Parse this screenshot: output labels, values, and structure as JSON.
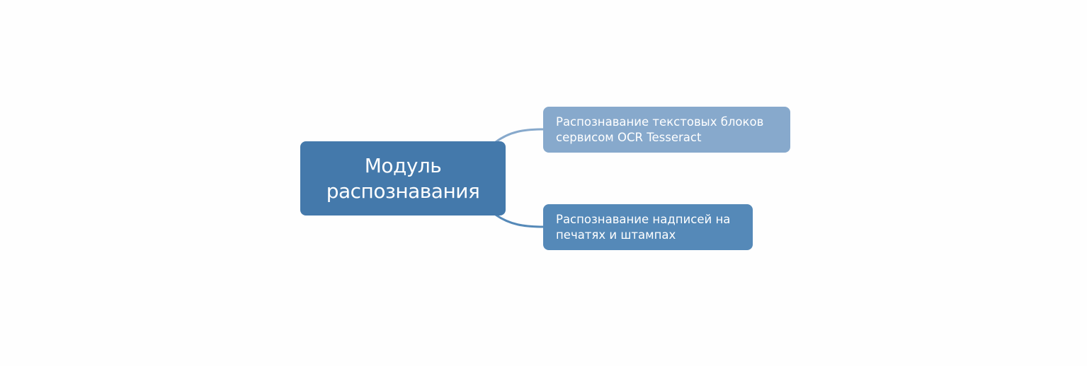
{
  "central": {
    "line1": "Модуль",
    "line2": "распознавания",
    "color": "#4479ab"
  },
  "children": [
    {
      "line1": "Распознавание текстовых блоков",
      "line2": "сервисом OCR Tesseract",
      "color": "#87a9cc"
    },
    {
      "line1": "Распознавание надписей на",
      "line2": "печатях и штампах",
      "color": "#5589b8"
    }
  ]
}
